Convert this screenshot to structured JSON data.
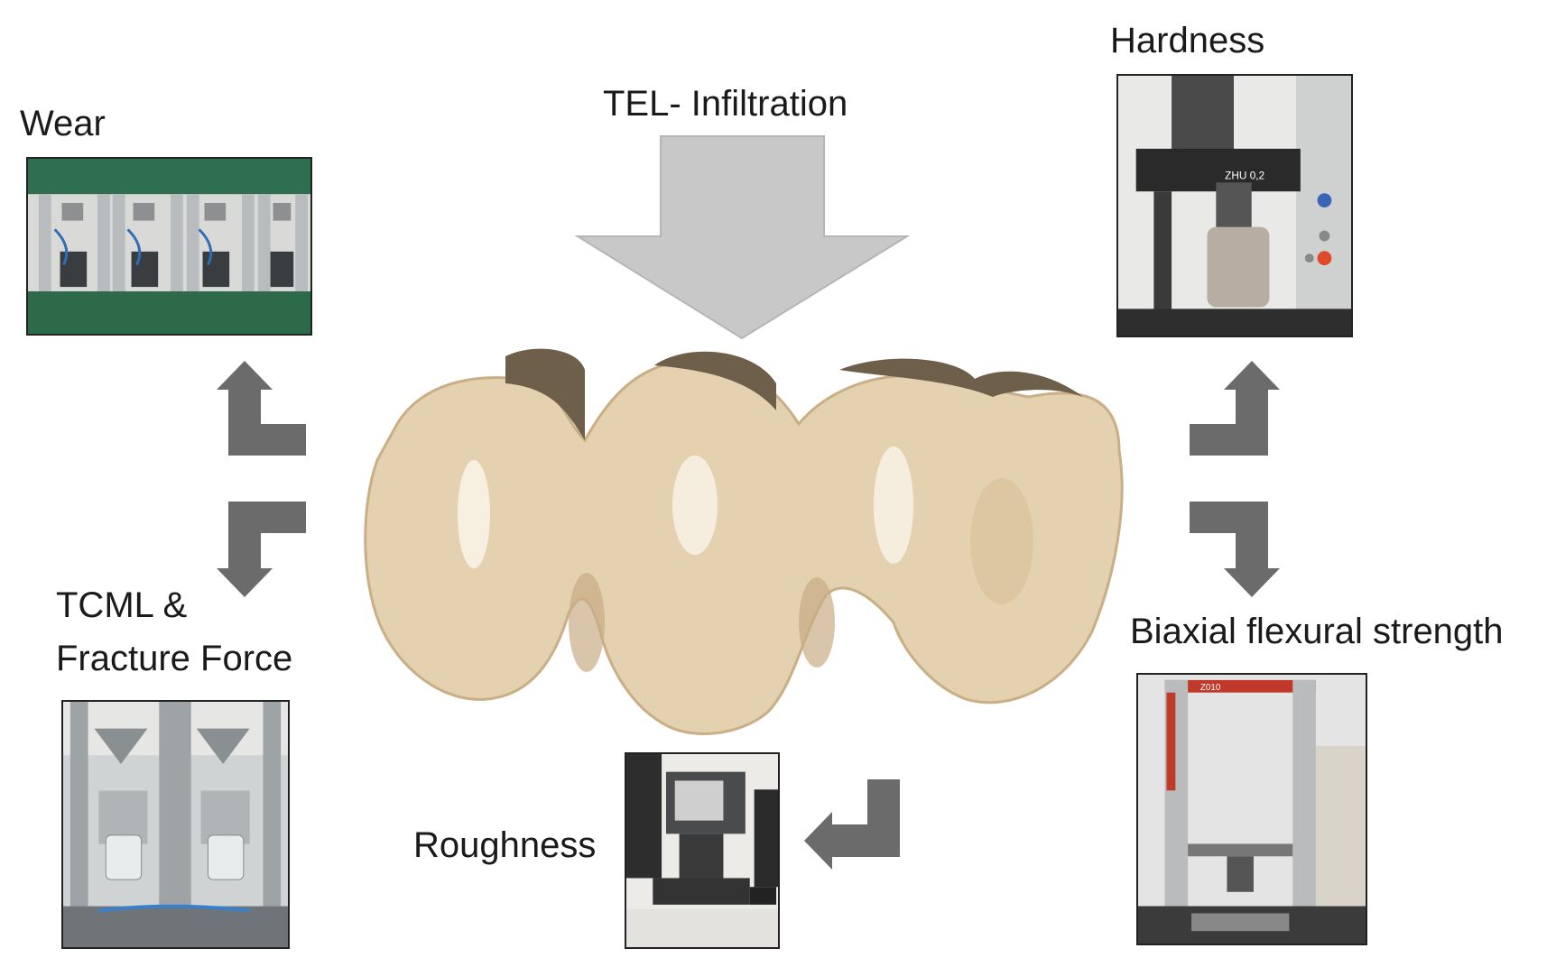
{
  "labels": {
    "tel": "TEL- Infiltration",
    "wear": "Wear",
    "hardness": "Hardness",
    "tcml_line1": "TCML &",
    "tcml_line2": "Fracture Force",
    "biaxial": "Biaxial flexural strength",
    "roughness": "Roughness",
    "machine_hardness": "ZHU 0,2",
    "machine_biaxial": "Z010"
  },
  "colors": {
    "arrow_gray": "#6b6b6b",
    "big_arrow": "#c8c8c8",
    "tooth": "#e2cfae",
    "tooth_shadow": "#b89e7a"
  }
}
